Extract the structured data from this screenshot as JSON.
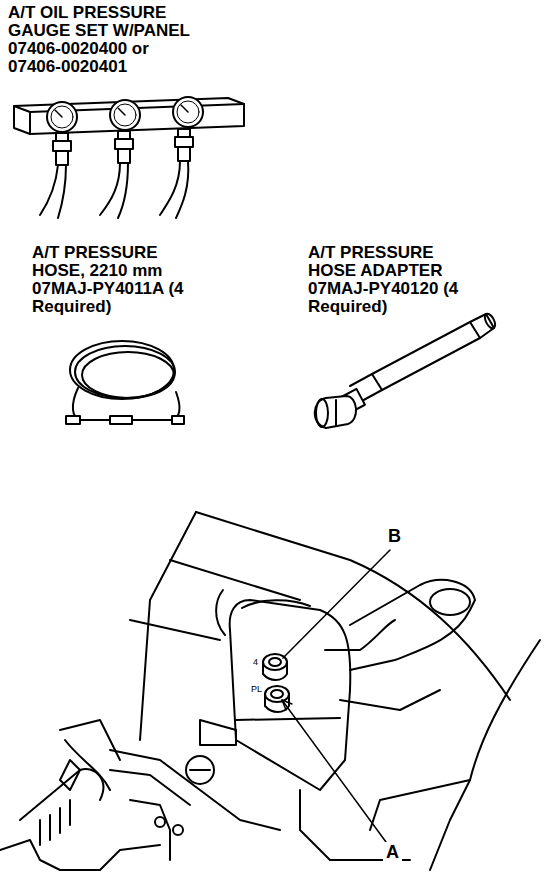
{
  "diagram": {
    "labels": [
      "A/T OIL PRESSURE GAUGE SET W/PANEL 07406-0020400 or 07406-0020401",
      "A/T PRESSURE HOSE, 2210 mm 07MAJ-PY4011A (4 Required)",
      "A/T PRESSURE HOSE ADAPTER 07MAJ-PY40120 (4 Required)",
      "B",
      "4",
      "PL",
      "A"
    ]
  }
}
